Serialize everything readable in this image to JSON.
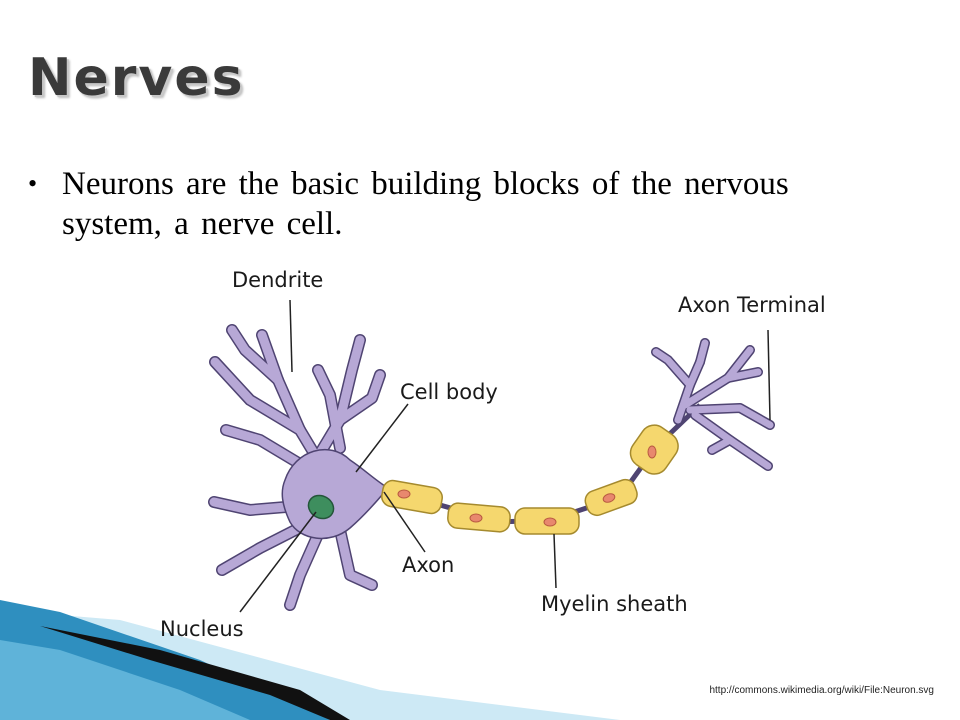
{
  "slide": {
    "title": "Nerves",
    "bullet": "Neurons are the basic building blocks of the nervous system, a nerve cell.",
    "source": "http://commons.wikimedia.org/wiki/File:Neuron.svg"
  },
  "diagram": {
    "labels": {
      "dendrite": "Dendrite",
      "cell_body": "Cell body",
      "axon_terminal": "Axon Terminal",
      "axon": "Axon",
      "nucleus": "Nucleus",
      "myelin_sheath": "Myelin sheath"
    }
  },
  "colors": {
    "cell": "#b7a8d6",
    "cell_outline": "#4f4472",
    "myelin": "#f5d76e",
    "myelin_outline": "#a58a2e",
    "node": "#e8886e",
    "nucleus": "#3e8e5e",
    "deco_dark": "#111111",
    "deco_blue": "#2f8fbf",
    "deco_light": "#a9d9ee"
  }
}
